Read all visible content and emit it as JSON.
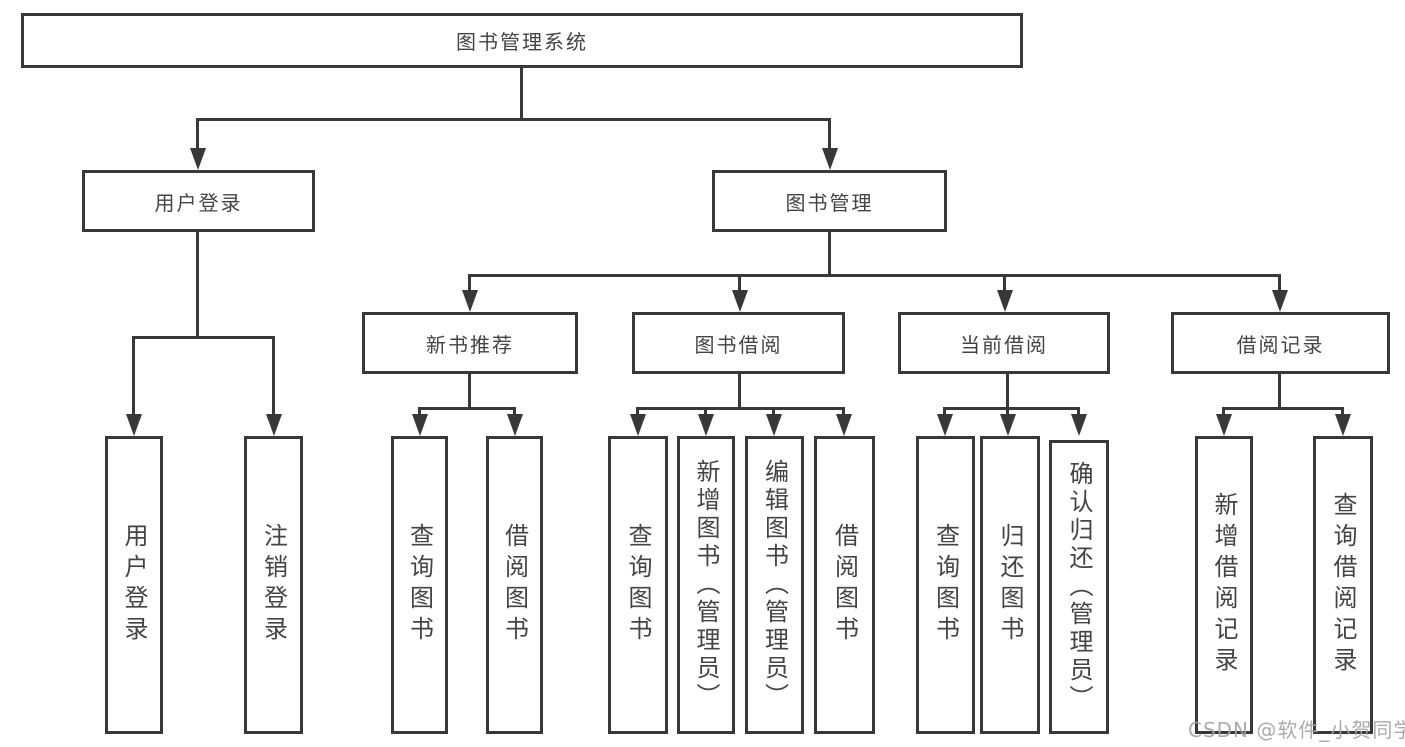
{
  "diagram_type": "hierarchy-tree",
  "colors": {
    "line": "#383838",
    "box_border": "#383838",
    "text": "#444444",
    "background": "#ffffff",
    "watermark": "#a4a4a4"
  },
  "root": {
    "label": "图书管理系统",
    "children": [
      {
        "label": "用户登录",
        "children": [
          {
            "label": "用户登录"
          },
          {
            "label": "注销登录"
          }
        ]
      },
      {
        "label": "图书管理",
        "children": [
          {
            "label": "新书推荐",
            "children": [
              {
                "label": "查询图书"
              },
              {
                "label": "借阅图书"
              }
            ]
          },
          {
            "label": "图书借阅",
            "children": [
              {
                "label": "查询图书"
              },
              {
                "label": "新增图书（管理员）"
              },
              {
                "label": "编辑图书（管理员）"
              },
              {
                "label": "借阅图书"
              }
            ]
          },
          {
            "label": "当前借阅",
            "children": [
              {
                "label": "查询图书"
              },
              {
                "label": "归还图书"
              },
              {
                "label": "确认归还（管理员）"
              }
            ]
          },
          {
            "label": "借阅记录",
            "children": [
              {
                "label": "新增借阅记录"
              },
              {
                "label": "查询借阅记录"
              }
            ]
          }
        ]
      }
    ]
  },
  "watermark": "CSDN @软件_小贺同学"
}
